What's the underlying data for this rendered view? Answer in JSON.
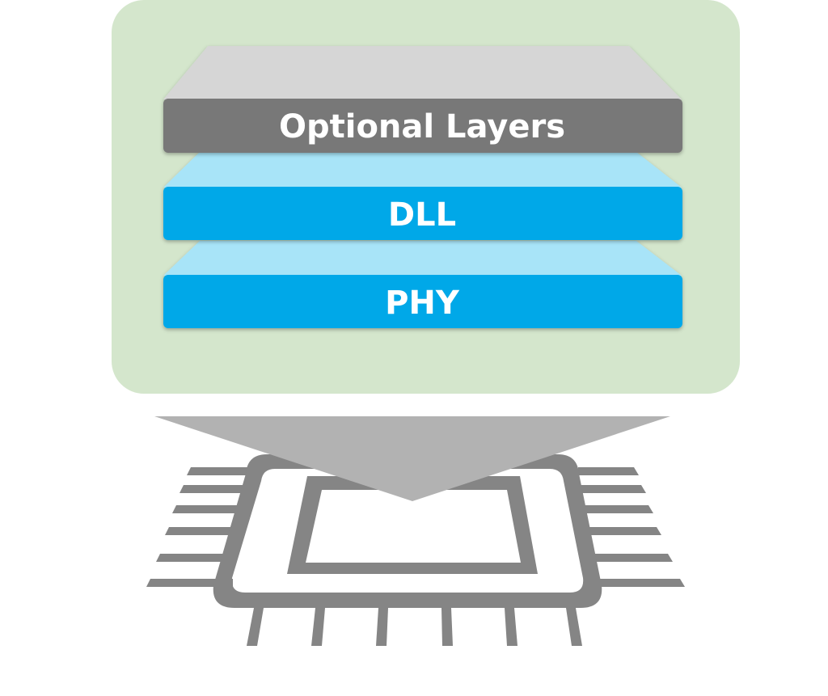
{
  "colors": {
    "panel_bg": "#d4e6cc",
    "optional_top": "#d6d6d6",
    "optional_front": "#787878",
    "blue_top": "#a8e4f8",
    "blue_front": "#00a8e8",
    "arrow": "#b2b2b2",
    "chip": "#858585",
    "label_text": "#ffffff"
  },
  "layers": [
    {
      "label": "Optional Layers",
      "style": "gray"
    },
    {
      "label": "DLL",
      "style": "blue"
    },
    {
      "label": "PHY",
      "style": "blue"
    }
  ],
  "chip": {
    "icon": "chip-icon",
    "pins_per_side": 6
  },
  "arrow": {
    "icon": "down-arrow-icon",
    "direction": "down"
  }
}
